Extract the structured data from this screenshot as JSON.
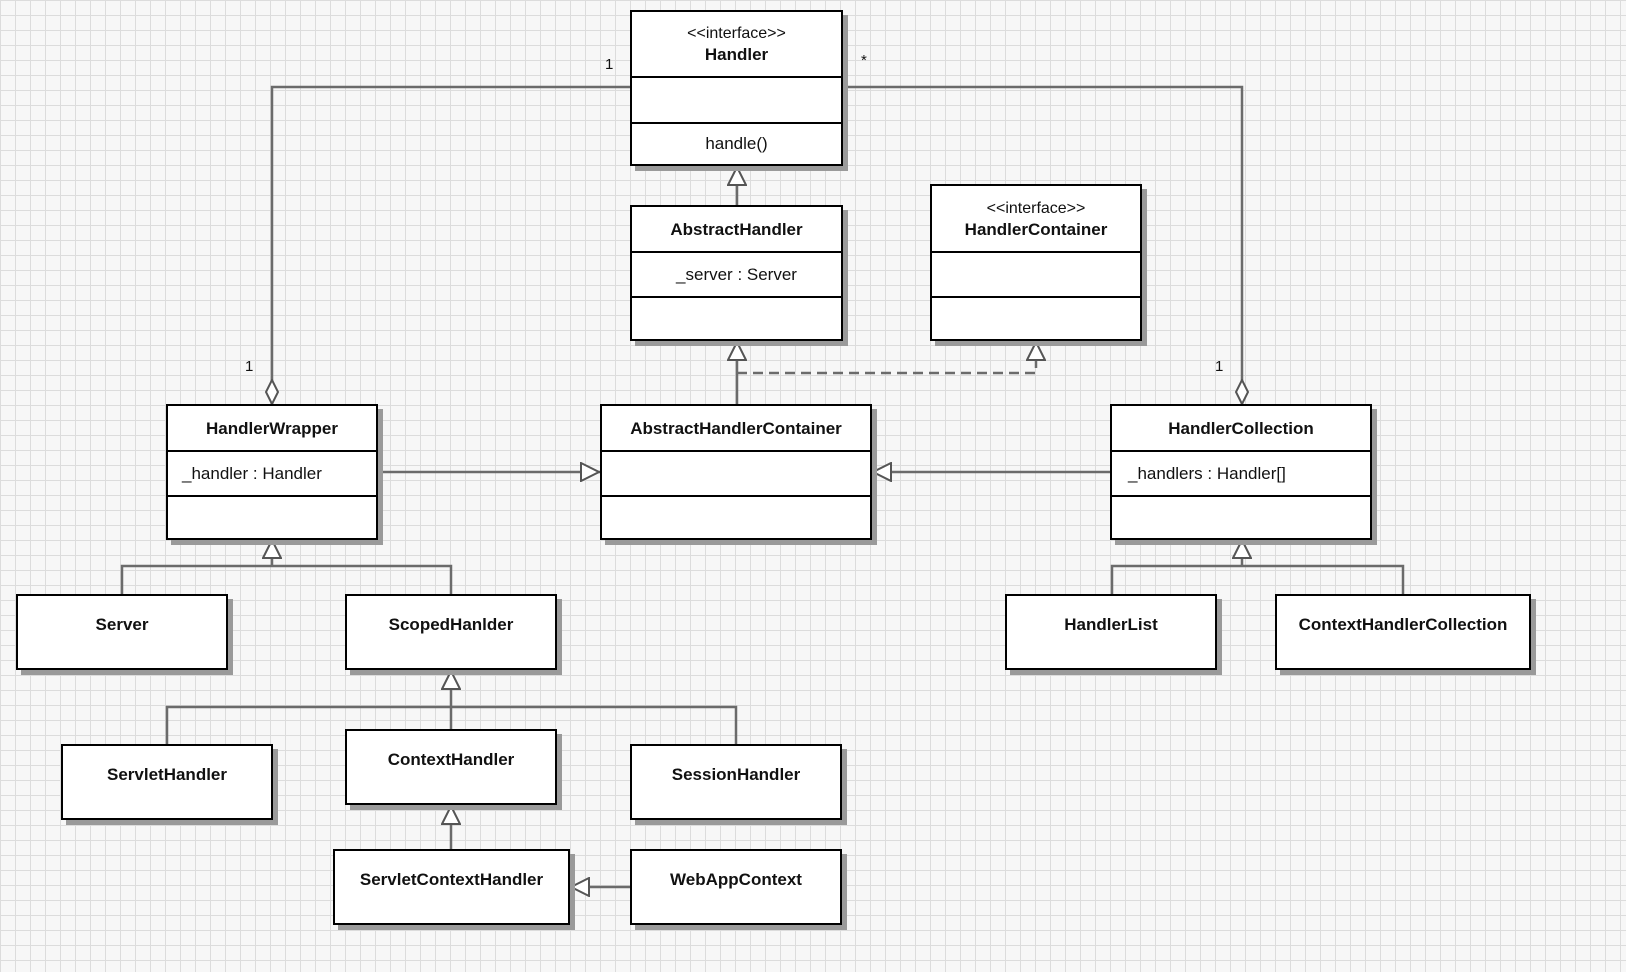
{
  "classes": {
    "handler": {
      "stereotype": "<<interface>>",
      "name": "Handler",
      "attribute": "",
      "operation": "handle()"
    },
    "abstract_handler": {
      "name": "AbstractHandler",
      "attribute": "_server : Server"
    },
    "handler_container": {
      "stereotype": "<<interface>>",
      "name": "HandlerContainer"
    },
    "handler_wrapper": {
      "name": "HandlerWrapper",
      "attribute": "_handler : Handler"
    },
    "abstract_handler_container": {
      "name": "AbstractHandlerContainer"
    },
    "handler_collection": {
      "name": "HandlerCollection",
      "attribute": "_handlers : Handler[]"
    },
    "server": {
      "name": "Server"
    },
    "scoped_handler": {
      "name": "ScopedHanlder"
    },
    "handler_list": {
      "name": "HandlerList"
    },
    "context_handler_collection": {
      "name": "ContextHandlerCollection"
    },
    "servlet_handler": {
      "name": "ServletHandler"
    },
    "context_handler": {
      "name": "ContextHandler"
    },
    "session_handler": {
      "name": "SessionHandler"
    },
    "servlet_context_handler": {
      "name": "ServletContextHandler"
    },
    "web_app_context": {
      "name": "WebAppContext"
    }
  },
  "multiplicities": {
    "wrapper_end": "1",
    "wrapper_handler_end": "1",
    "collection_handler_end": "*",
    "collection_end": "1"
  }
}
